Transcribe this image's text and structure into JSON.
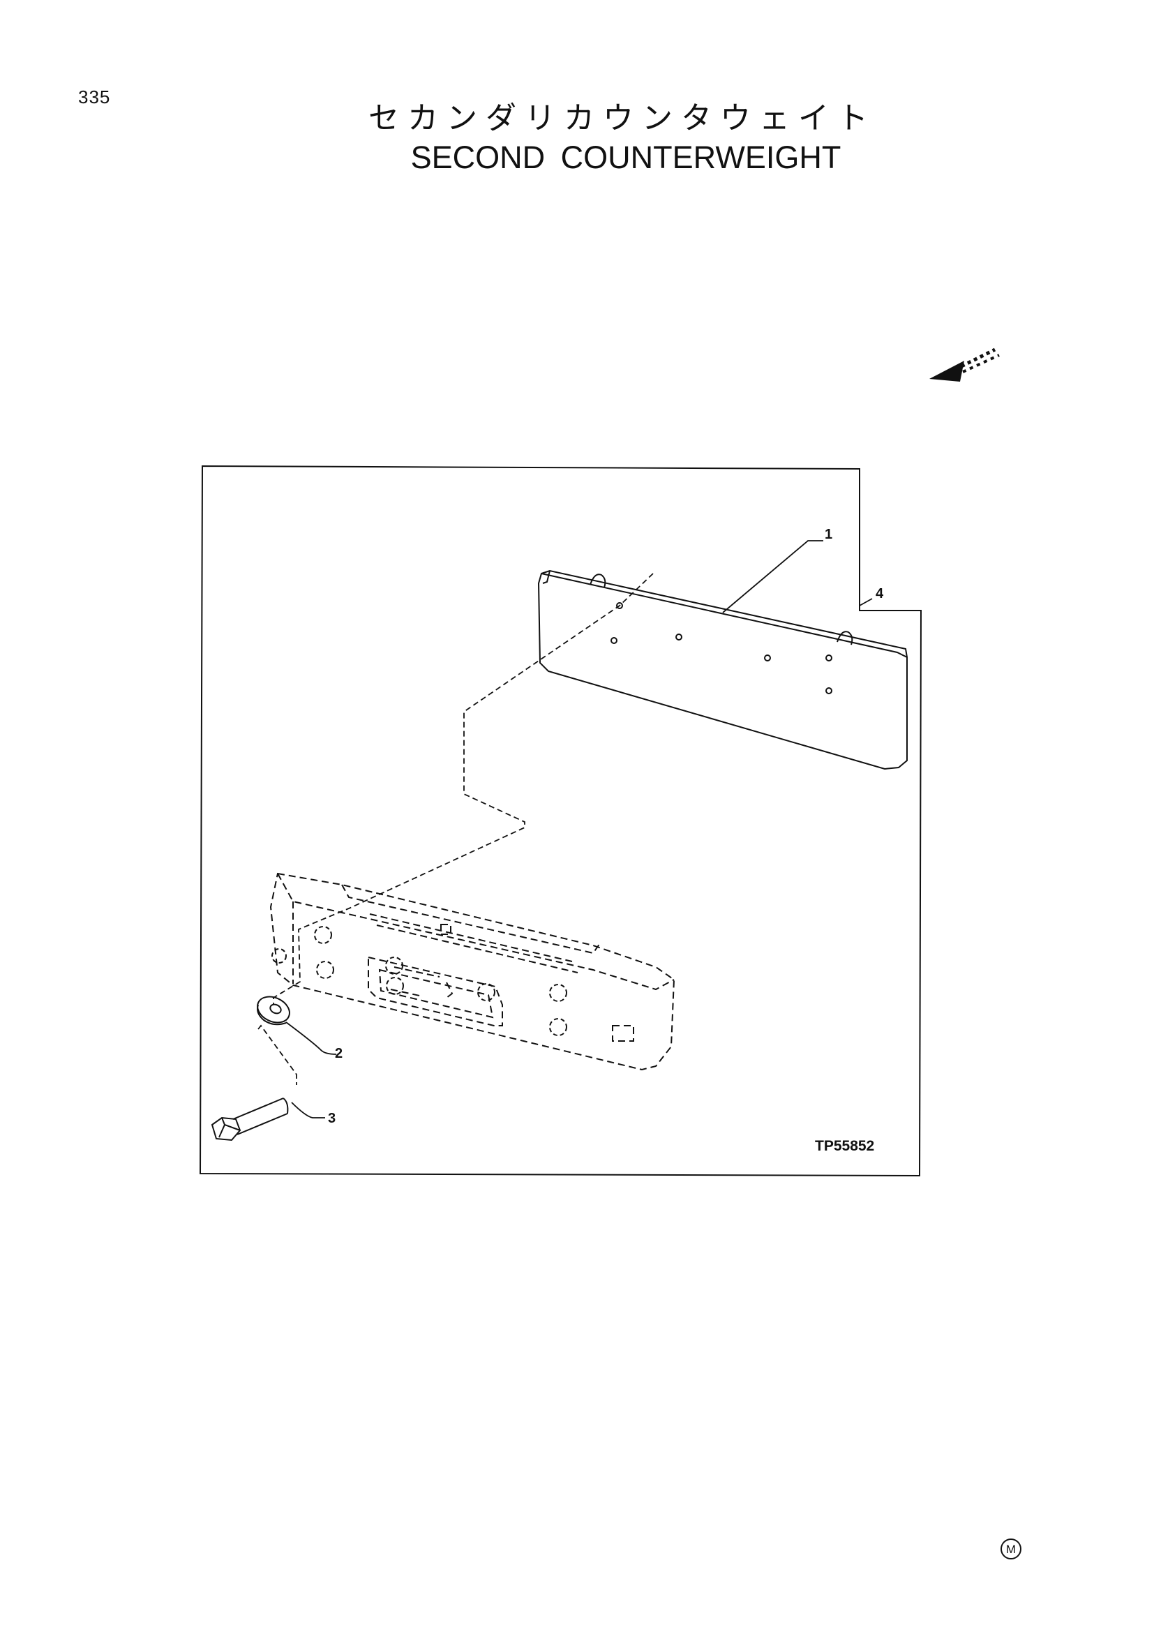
{
  "page": {
    "number": "335"
  },
  "title": {
    "japanese": "セカンダリカウンタウェイト",
    "english": "SECOND COUNTERWEIGHT"
  },
  "diagram": {
    "figure_code": "TP55852",
    "callouts": [
      "1",
      "2",
      "3",
      "4"
    ],
    "parts": [
      {
        "callout": "1",
        "icon": "second-counterweight-plate"
      },
      {
        "callout": "2",
        "icon": "washer"
      },
      {
        "callout": "3",
        "icon": "hex-bolt"
      },
      {
        "callout": "4",
        "icon": "assembly-outline"
      }
    ],
    "reference_part_icon": "counterweight-phantom"
  },
  "marks": {
    "direction_arrow_icon": "front-direction-arrow-icon",
    "corner_mark": "M"
  },
  "colors": {
    "ink": "#111111",
    "paper": "#ffffff"
  }
}
